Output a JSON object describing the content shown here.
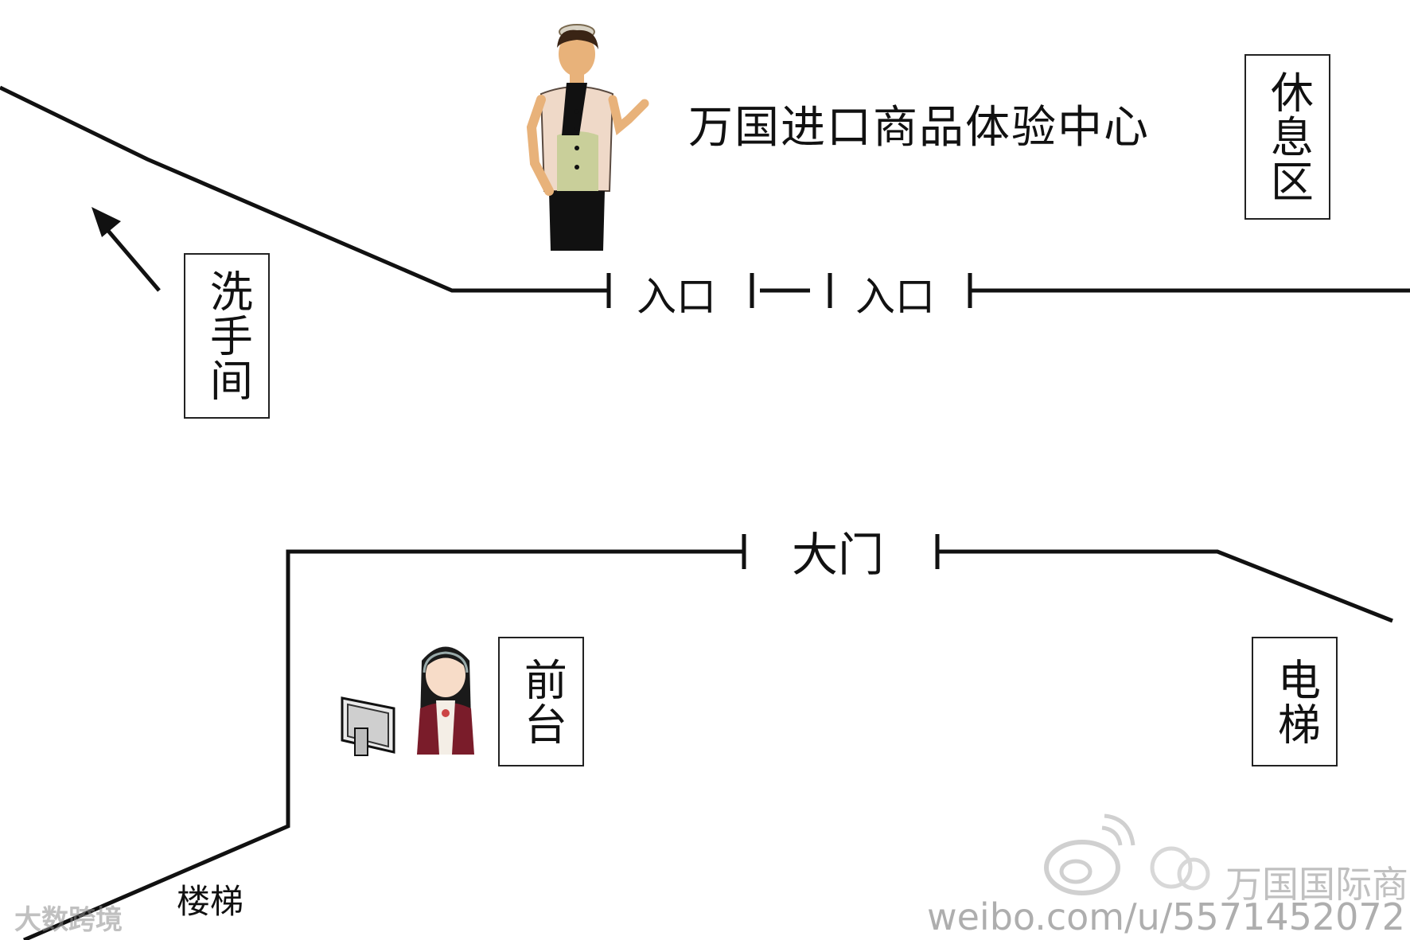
{
  "title": "万国进口商品体验中心",
  "entrance_left": "入口",
  "entrance_right": "入口",
  "main_gate": "大门",
  "rest_area": "休息区",
  "restroom": "洗手间",
  "front_desk": "前台",
  "elevator": "电梯",
  "stairs": "楼梯",
  "watermarks": {
    "brand_left": "大数跨境",
    "brand_right": "万国国际商城",
    "weibo_url": "weibo.com/u/5571452072"
  },
  "colors": {
    "line": "#111111",
    "background": "#ffffff"
  },
  "icons": [
    "hostess-illustration",
    "receptionist-illustration",
    "computer-monitor-icon",
    "arrow-up-left-icon",
    "weibo-logo-icon"
  ]
}
